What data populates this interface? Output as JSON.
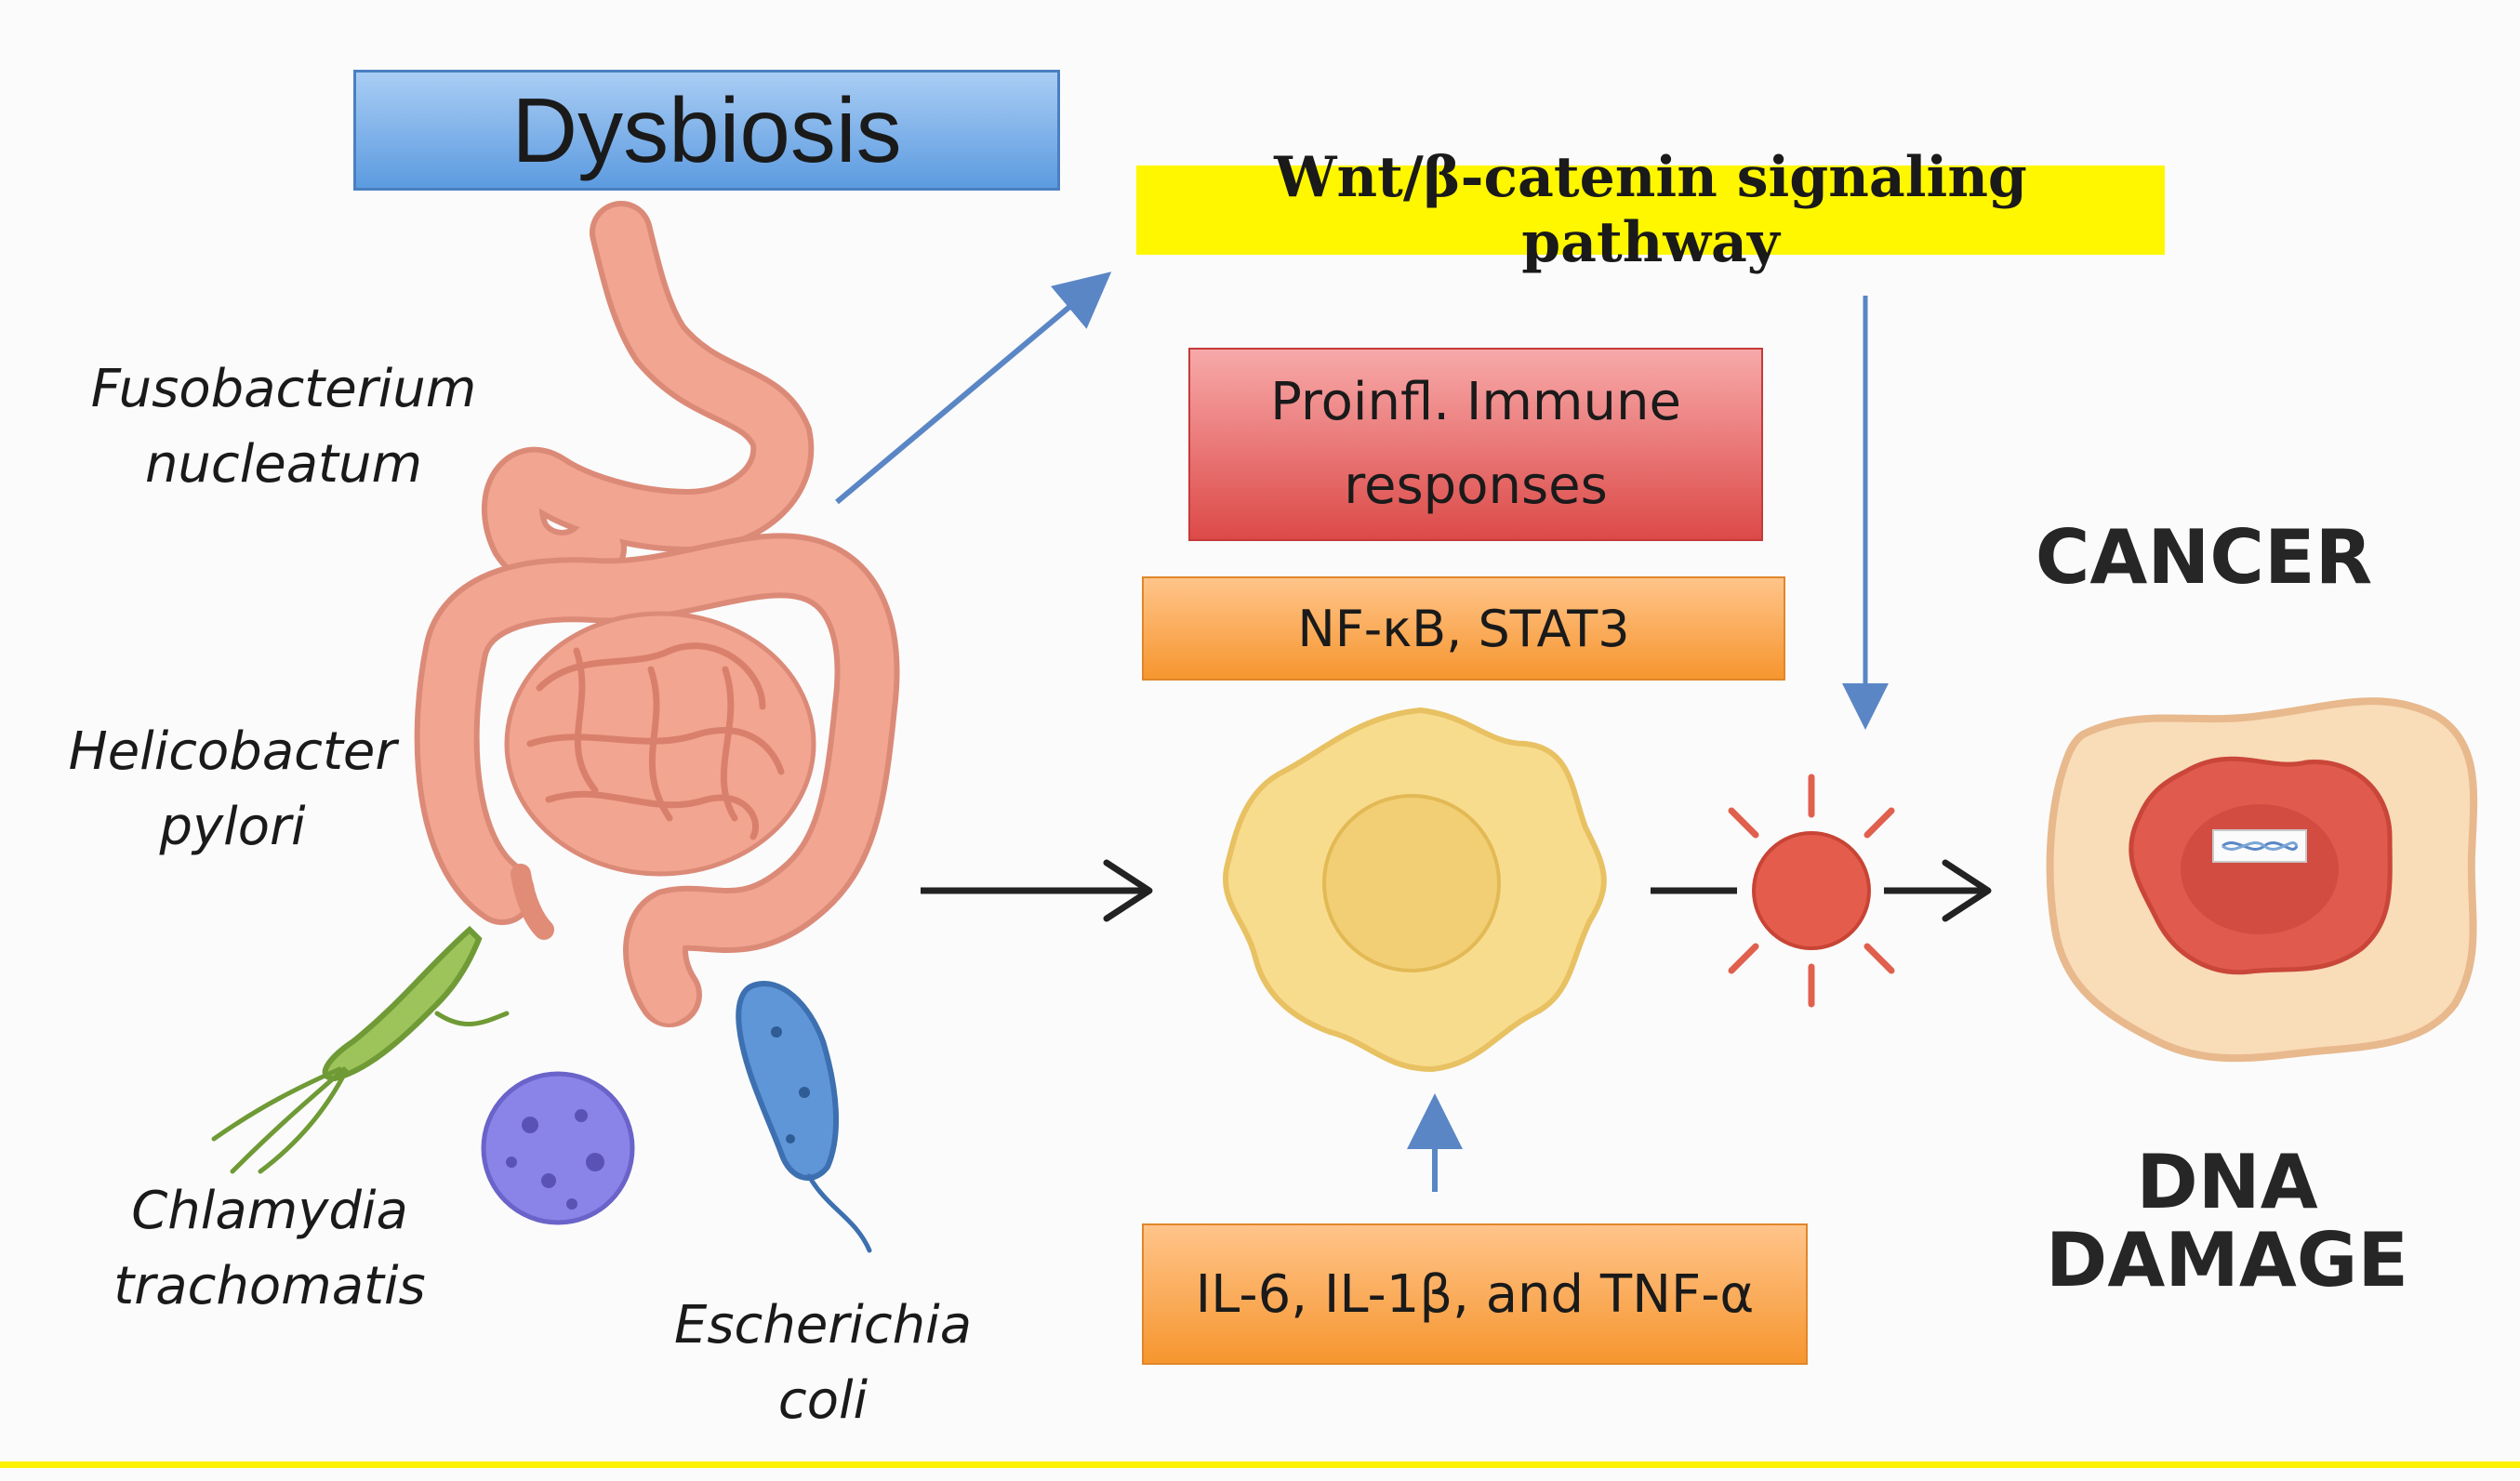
{
  "dysbiosis": {
    "title": "Dysbiosis"
  },
  "pathway": {
    "label": "Wnt/β-catenin signaling pathway"
  },
  "immune": {
    "label": "Proinfl. Immune responses"
  },
  "transcription": {
    "label": "NF-κB, STAT3"
  },
  "cytokines": {
    "label": "IL-6, IL-1β, and TNF-α"
  },
  "bacteria": [
    {
      "id": "fuso",
      "line1": "Fusobacterium",
      "line2": "nucleatum"
    },
    {
      "id": "helico",
      "line1": "Helicobacter",
      "line2": "pylori"
    },
    {
      "id": "chlamydia",
      "line1": "Chlamydia",
      "line2": "trachomatis"
    },
    {
      "id": "ecoli",
      "line1": "Escherichia",
      "line2": "coli"
    }
  ],
  "outcomes": {
    "cancer": "CANCER",
    "dna_line1": "DNA",
    "dna_line2": "DAMAGE"
  },
  "colors": {
    "dysbiosis_fill": "#5c9be0",
    "pathway_highlight": "#fff700",
    "immune_fill": "#dc4a48",
    "orange_fill": "#f6962f",
    "arrow_blue": "#5a86c5",
    "arrow_black": "#222222",
    "gut": "#f0a08c",
    "cell": "#f8dc8e",
    "tumor": "#e05a4e"
  },
  "icons": [
    "gut-icon",
    "helicobacter-icon",
    "coccus-icon",
    "ecoli-icon",
    "immune-cell-icon",
    "cytokine-burst-icon",
    "cancer-cell-icon",
    "dna-icon"
  ]
}
